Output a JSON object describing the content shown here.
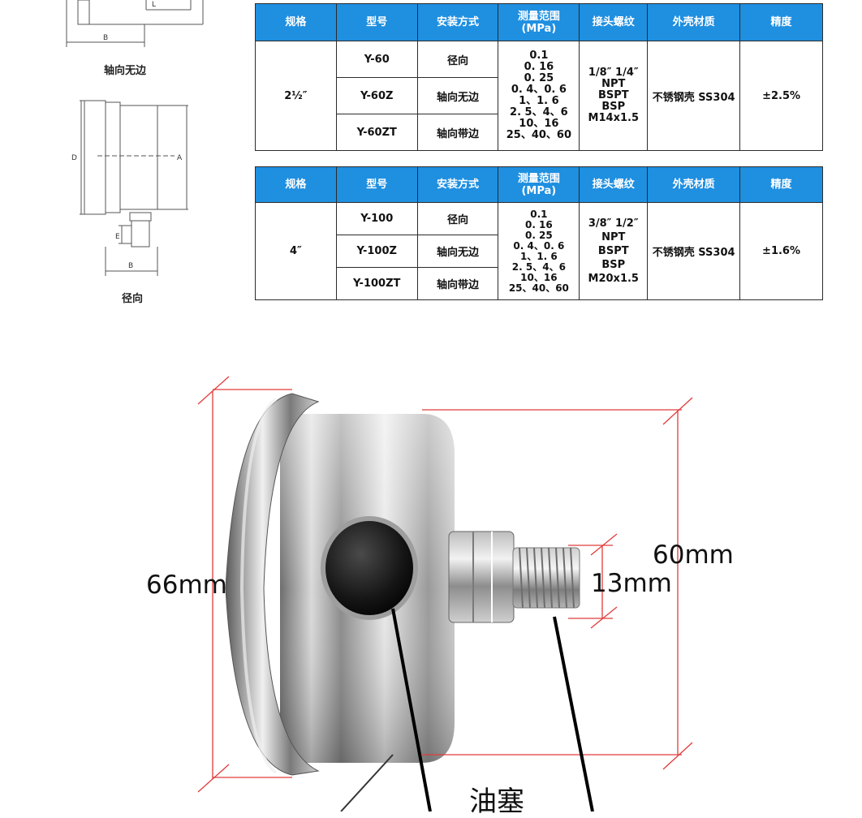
{
  "diagrams": {
    "top_label": "轴向无边",
    "bottom_label": "径向",
    "letters": {
      "B1": "B",
      "L": "L",
      "D": "D",
      "A": "A",
      "E": "E",
      "B2": "B"
    }
  },
  "headers": [
    "规格",
    "型号",
    "安装方式",
    "测量范围 (MPa)",
    "接头螺纹",
    "外壳材质",
    "精度"
  ],
  "table1": {
    "size": "2½″",
    "models": [
      "Y-60",
      "Y-60Z",
      "Y-60ZT"
    ],
    "mounts": [
      "径向",
      "轴向无边",
      "轴向带边"
    ],
    "ranges": [
      "0.1",
      "0. 16",
      "0. 25",
      "0. 4、0. 6",
      "1、1. 6",
      "2. 5、4、6",
      "10、16",
      "25、40、60"
    ],
    "threads": [
      "1/8″ 1/4″",
      "NPT",
      "BSPT",
      "BSP",
      "M14x1.5"
    ],
    "material": "不锈钢壳 SS304",
    "accuracy": "±2.5%"
  },
  "table2": {
    "size": "4″",
    "models": [
      "Y-100",
      "Y-100Z",
      "Y-100ZT"
    ],
    "mounts": [
      "径向",
      "轴向无边",
      "轴向带边"
    ],
    "ranges": [
      "0.1",
      "0. 16",
      "0. 25",
      "0. 4、0. 6",
      "1、1. 6",
      "2. 5、4、6",
      "10、16",
      "25、40、60"
    ],
    "threads": [
      "3/8″ 1/2″",
      "NPT",
      "BSPT",
      "BSP",
      "M20x1.5"
    ],
    "material": "不锈钢壳 SS304",
    "accuracy": "±1.6%"
  },
  "photo": {
    "dim_height": "66mm",
    "dim_depth": "60mm",
    "dim_thread": "13mm",
    "callout": "油塞"
  }
}
